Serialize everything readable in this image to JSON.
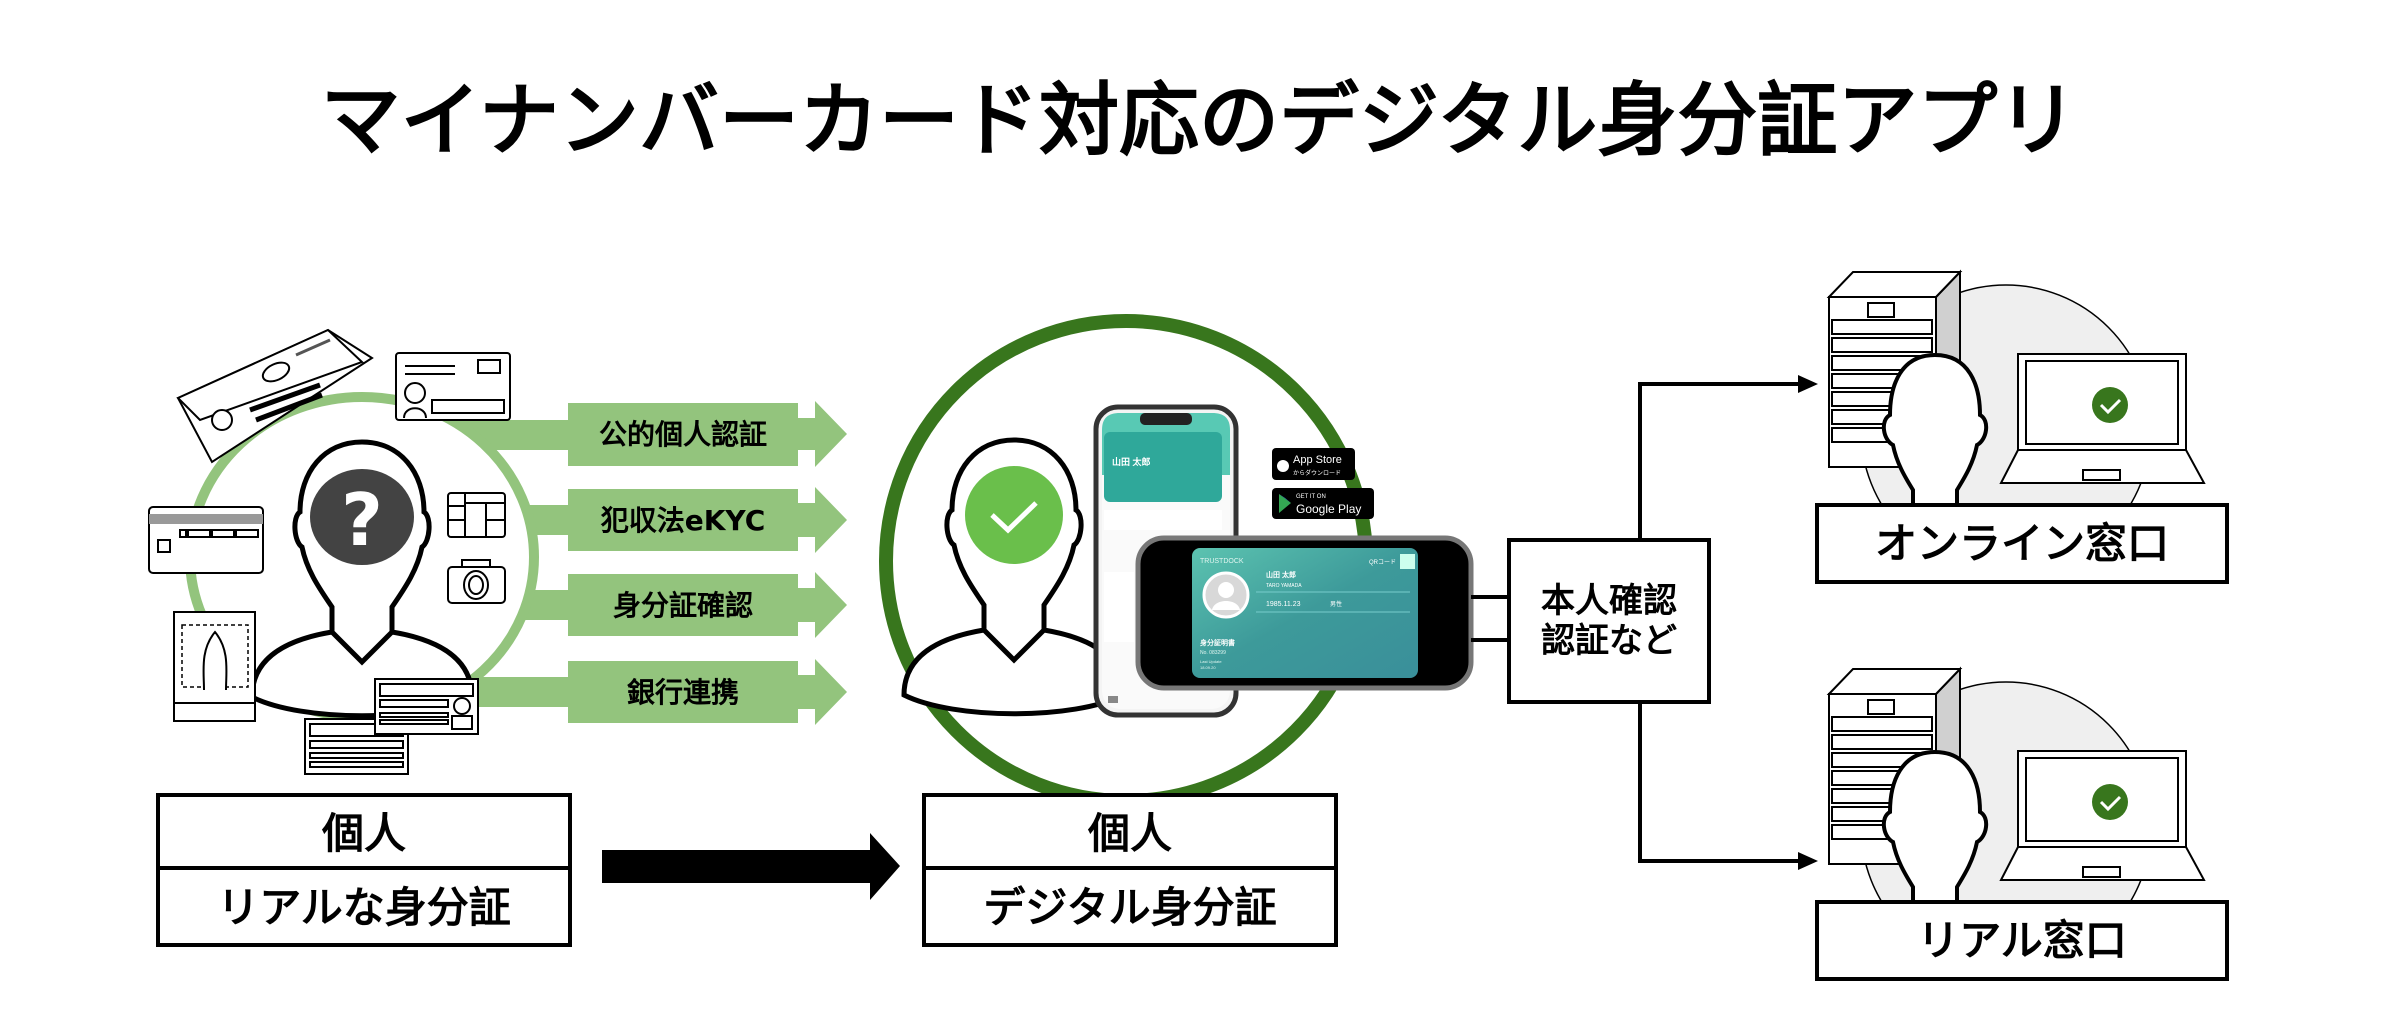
{
  "title": "マイナンバーカード対応のデジタル身分証アプリ",
  "colors": {
    "light_green": "#93c47d",
    "dark_green": "#38761d",
    "check_green": "#6abf4b",
    "server_gray": "#efefef"
  },
  "left": {
    "arrows": [
      {
        "label": "公的個人認証"
      },
      {
        "label": "犯収法eKYC"
      },
      {
        "label": "身分証確認"
      },
      {
        "label": "銀行連携"
      }
    ],
    "box": {
      "top": "個人",
      "bottom": "リアルな身分証"
    }
  },
  "middle": {
    "box": {
      "top": "個人",
      "bottom": "デジタル身分証"
    },
    "app_store": {
      "main": "App Store",
      "sub": "からダウンロード"
    },
    "google_play": {
      "sub": "GET IT ON",
      "main": "Google Play"
    },
    "card": {
      "brand": "TRUSTDOCK",
      "qr_label": "QRコード",
      "name": "山田 太郎",
      "name_en": "TARO YAMADA",
      "birth": "1985.11.23",
      "gender": "男性",
      "doc_title": "身分証明書",
      "doc_no": "No. 083299",
      "update_label": "Last Update",
      "update": "18.09.20"
    }
  },
  "verify_box": {
    "line1": "本人確認",
    "line2": "認証など"
  },
  "right": {
    "online": "オンライン窓口",
    "real": "リアル窓口"
  }
}
